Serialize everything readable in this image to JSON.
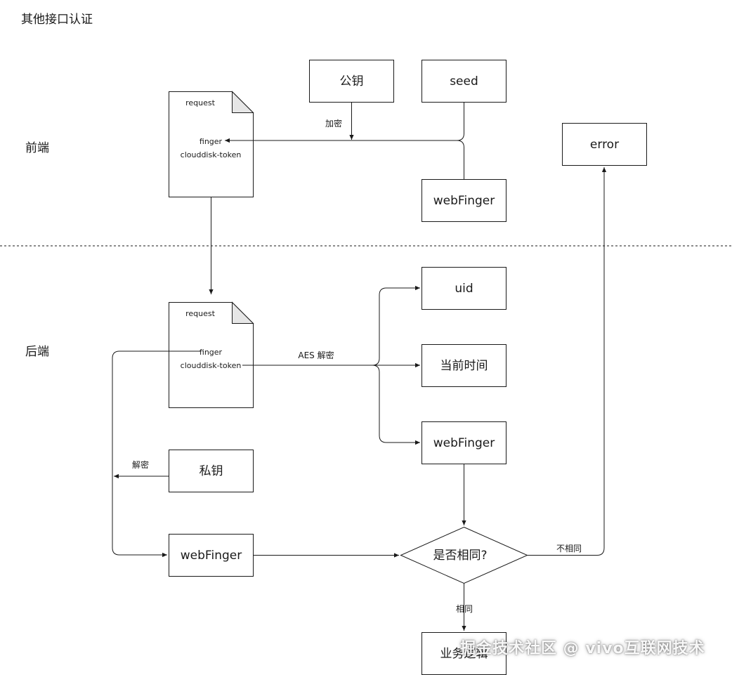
{
  "title": "其他接口认证",
  "sections": {
    "frontend": "前端",
    "backend": "后端"
  },
  "frontend": {
    "public_key": "公钥",
    "seed": "seed",
    "web_finger": "webFinger",
    "encrypt_label": "加密",
    "error": "error",
    "request_doc": {
      "header": "request",
      "field1": "finger",
      "field2": "clouddisk-token"
    }
  },
  "backend": {
    "request_doc": {
      "header": "request",
      "field1": "finger",
      "field2": "clouddisk-token"
    },
    "aes_label": "AES 解密",
    "uid": "uid",
    "current_time": "当前时间",
    "web_finger_decoded": "webFinger",
    "private_key": "私钥",
    "decrypt_label": "解密",
    "web_finger": "webFinger",
    "decision": "是否相同?",
    "not_same": "不相同",
    "same": "相同",
    "business_logic": "业务逻辑"
  },
  "watermark": "掘金技术社区 @ vivo互联网技术"
}
